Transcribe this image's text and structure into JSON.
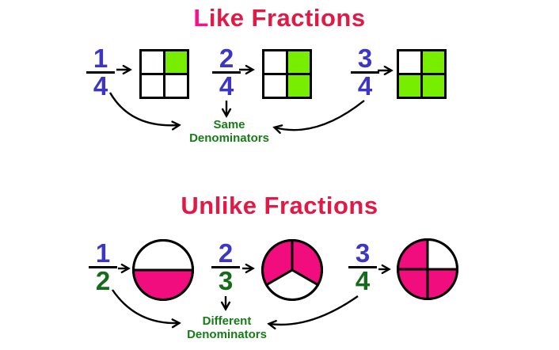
{
  "colors": {
    "title_crimson": "#E01945",
    "title_accent_pink": "#FB0D8D",
    "numeral_blue": "#3C35C5",
    "denominator_green": "#166B1B",
    "note_green": "#167C16",
    "shade_green": "#77EE00",
    "shade_pink": "#F20D7E",
    "line_black": "#000000",
    "background": "#FFFFFF"
  },
  "like_section": {
    "title": "Like Fractions",
    "title_l": "L",
    "title_rest": "ike Fractions",
    "note_line1": "Same",
    "note_line2": "Denominators",
    "items": [
      {
        "numerator": "1",
        "denominator": "4",
        "shape": "grid-2x2",
        "shaded_cells": [
          1
        ]
      },
      {
        "numerator": "2",
        "denominator": "4",
        "shape": "grid-2x2",
        "shaded_cells": [
          1,
          3
        ]
      },
      {
        "numerator": "3",
        "denominator": "4",
        "shape": "grid-2x2",
        "shaded_cells": [
          1,
          2,
          3
        ]
      }
    ]
  },
  "unlike_section": {
    "title": "Unlike Fractions",
    "note_line1": "Different",
    "note_line2": "Denominators",
    "items": [
      {
        "numerator": "1",
        "denominator": "2",
        "shape": "pie",
        "sectors": [
          {
            "start": 0,
            "end": 180,
            "filled": true
          },
          {
            "start": 180,
            "end": 360,
            "filled": false
          }
        ]
      },
      {
        "numerator": "2",
        "denominator": "3",
        "shape": "pie",
        "sectors": [
          {
            "start": 270,
            "end": 30,
            "filled": true
          },
          {
            "start": 30,
            "end": 150,
            "filled": false
          },
          {
            "start": 150,
            "end": 270,
            "filled": true
          }
        ]
      },
      {
        "numerator": "3",
        "denominator": "4",
        "shape": "pie",
        "sectors": [
          {
            "start": 180,
            "end": 270,
            "filled": true
          },
          {
            "start": 270,
            "end": 360,
            "filled": false
          },
          {
            "start": 0,
            "end": 90,
            "filled": true
          },
          {
            "start": 90,
            "end": 180,
            "filled": true
          }
        ]
      }
    ]
  }
}
